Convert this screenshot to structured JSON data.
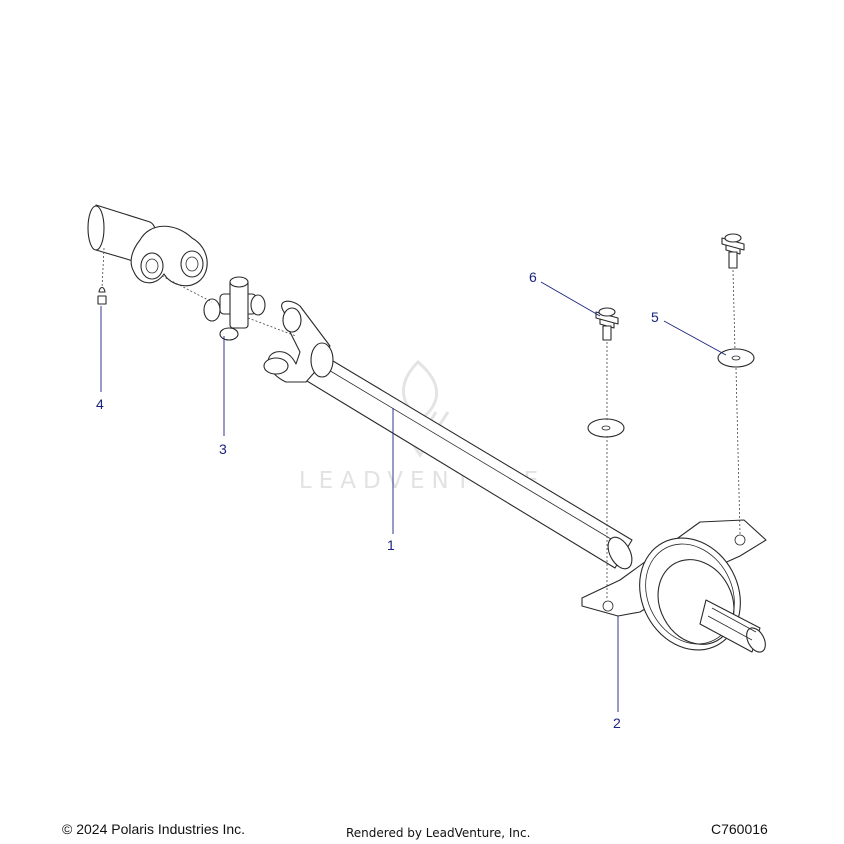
{
  "callouts": [
    {
      "label": "1"
    },
    {
      "label": "2"
    },
    {
      "label": "3"
    },
    {
      "label": "4"
    },
    {
      "label": "5"
    },
    {
      "label": "6"
    }
  ],
  "watermark": {
    "text": "LEADVENTURE"
  },
  "footer": {
    "copyright": "© 2024 Polaris Industries Inc.",
    "rendered_by": "Rendered by LeadVenture, Inc.",
    "diagram_code": "C760016"
  },
  "colors": {
    "callout": "#1a237e",
    "line_art": "#2a2a2a"
  }
}
